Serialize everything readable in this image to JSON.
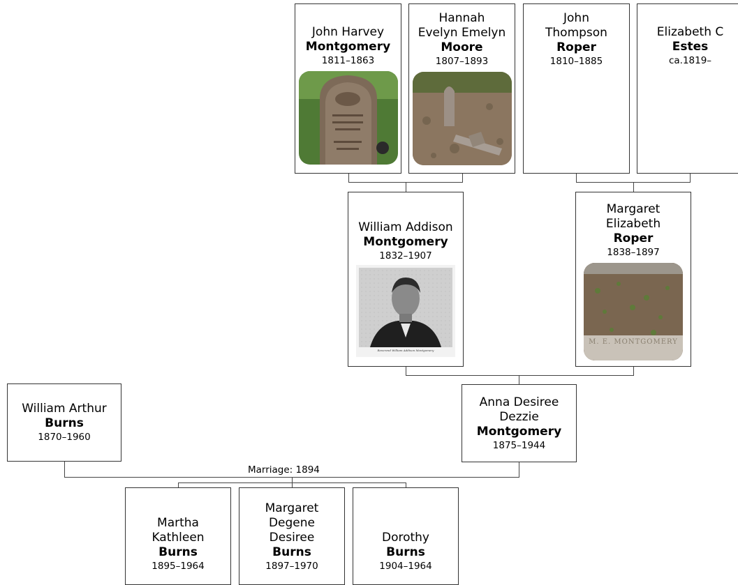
{
  "persons": {
    "john_harvey": {
      "given": "John Harvey",
      "surname": "Montgomery",
      "dates": "1811–1863"
    },
    "hannah": {
      "given_lines": [
        "Hannah",
        "Evelyn Emelyn"
      ],
      "surname": "Moore",
      "dates": "1807–1893"
    },
    "john_thompson": {
      "given_lines": [
        "John",
        "Thompson"
      ],
      "surname": "Roper",
      "dates": "1810–1885"
    },
    "elizabeth": {
      "given": "Elizabeth C",
      "surname": "Estes",
      "dates": "ca.1819–"
    },
    "william_addison": {
      "given": "William Addison",
      "surname": "Montgomery",
      "dates": "1832–1907",
      "photo_caption": "Reverend William Addison Montgomery"
    },
    "margaret_elizabeth": {
      "given_lines": [
        "Margaret",
        "Elizabeth"
      ],
      "surname": "Roper",
      "dates": "1838–1897",
      "photo_inscription": "M. E. MONTGOMERY"
    },
    "william_arthur": {
      "given": "William Arthur",
      "surname": "Burns",
      "dates": "1870–1960"
    },
    "anna": {
      "given_lines": [
        "Anna Desiree",
        "Dezzie"
      ],
      "surname": "Montgomery",
      "dates": "1875–1944"
    },
    "martha": {
      "given_lines": [
        "Martha",
        "Kathleen"
      ],
      "surname": "Burns",
      "dates": "1895–1964"
    },
    "margaret_degene": {
      "given_lines": [
        "Margaret",
        "Degene",
        "Desiree"
      ],
      "surname": "Burns",
      "dates": "1897–1970"
    },
    "dorothy": {
      "given": "Dorothy",
      "surname": "Burns",
      "dates": "1904–1964"
    }
  },
  "marriage": {
    "label": "Marriage: 1894"
  },
  "colors": {
    "border": "#333333",
    "line": "#444444",
    "grass": "#5f7a3a",
    "stone": "#8a7a68"
  }
}
